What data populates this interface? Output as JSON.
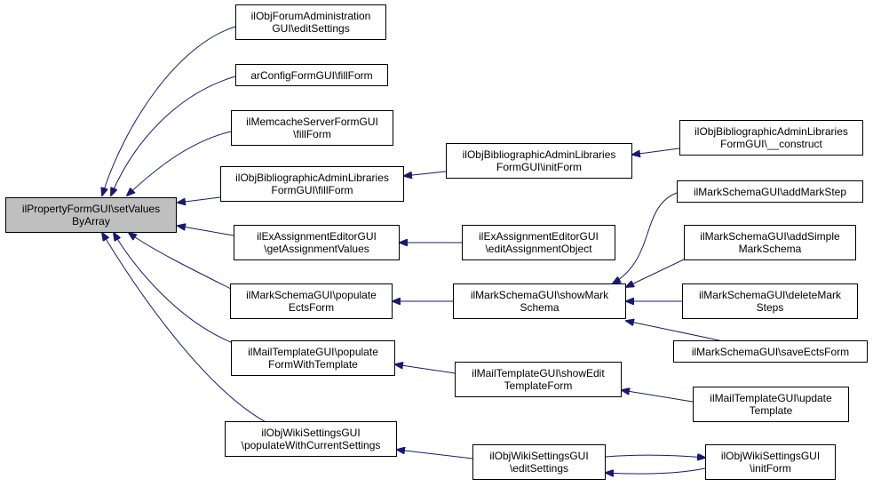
{
  "colors": {
    "edge": "#191970",
    "root_fill": "#bfbfbf",
    "node_fill": "#ffffff",
    "border": "#000000"
  },
  "nodes": {
    "root": "ilPropertyFormGUI\\setValues\nByArray",
    "forum_admin": "ilObjForumAdministration\nGUI\\editSettings",
    "arconfig": "arConfigFormGUI\\fillForm",
    "memcache": "ilMemcacheServerFormGUI\n\\fillForm",
    "biblio_fill": "ilObjBibliographicAdminLibraries\nFormGUI\\fillForm",
    "biblio_init": "ilObjBibliographicAdminLibraries\nFormGUI\\initForm",
    "biblio_construct": "ilObjBibliographicAdminLibraries\nFormGUI\\__construct",
    "exassign_get": "ilExAssignmentEditorGUI\n\\getAssignmentValues",
    "exassign_edit": "ilExAssignmentEditorGUI\n\\editAssignmentObject",
    "mark_populate": "ilMarkSchemaGUI\\populate\nEctsForm",
    "mark_show": "ilMarkSchemaGUI\\showMark\nSchema",
    "mark_add_step": "ilMarkSchemaGUI\\addMarkStep",
    "mark_add_simple": "ilMarkSchemaGUI\\addSimple\nMarkSchema",
    "mark_delete": "ilMarkSchemaGUI\\deleteMark\nSteps",
    "mark_save": "ilMarkSchemaGUI\\saveEctsForm",
    "mail_populate": "ilMailTemplateGUI\\populate\nFormWithTemplate",
    "mail_show": "ilMailTemplateGUI\\showEdit\nTemplateForm",
    "mail_update": "ilMailTemplateGUI\\update\nTemplate",
    "wiki_populate": "ilObjWikiSettingsGUI\n\\populateWithCurrentSettings",
    "wiki_edit": "ilObjWikiSettingsGUI\n\\editSettings",
    "wiki_init": "ilObjWikiSettingsGUI\n\\initForm"
  }
}
